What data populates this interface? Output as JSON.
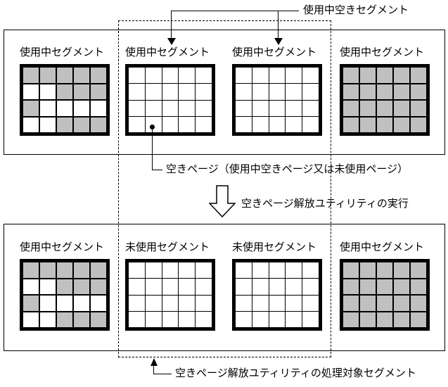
{
  "colors": {
    "cell_gray": "#c0c0c0",
    "line": "#000000",
    "background": "#ffffff"
  },
  "annotations": {
    "top_callout": "使用中空きセグメント",
    "free_page_callout": "空きページ（使用中空きページ又は未使用ページ）",
    "process_arrow_label": "空きページ解放ユティリティの実行",
    "bottom_callout": "空きページ解放ユティリティの処理対象セグメント"
  },
  "free_page_marker": {
    "segment_index": 1,
    "row": 4,
    "col": 2
  },
  "top_row": {
    "segments": [
      {
        "label": "使用中セグメント",
        "pattern": [
          "GGGGG",
          "WWGGG",
          "GWWWW",
          "WWGGG"
        ]
      },
      {
        "label": "使用中セグメント",
        "pattern": [
          "WWWWW",
          "WWWWW",
          "WWWWW",
          "WWWWW"
        ]
      },
      {
        "label": "使用中セグメント",
        "pattern": [
          "WWWWW",
          "WWWWW",
          "WWWWW",
          "WWWWW"
        ]
      },
      {
        "label": "使用中セグメント",
        "pattern": [
          "GGGGG",
          "GGGGG",
          "GGGGG",
          "GGGGG"
        ]
      }
    ]
  },
  "bottom_row": {
    "segments": [
      {
        "label": "使用中セグメント",
        "pattern": [
          "GGGGG",
          "WWGGG",
          "GWWWW",
          "WWGGG"
        ]
      },
      {
        "label": "未使用セグメント",
        "pattern": [
          "WWWWW",
          "WWWWW",
          "WWWWW",
          "WWWWW"
        ]
      },
      {
        "label": "未使用セグメント",
        "pattern": [
          "WWWWW",
          "WWWWW",
          "WWWWW",
          "WWWWW"
        ]
      },
      {
        "label": "使用中セグメント",
        "pattern": [
          "GGGGG",
          "GGGGG",
          "GGGGG",
          "GGGGG"
        ]
      }
    ]
  }
}
